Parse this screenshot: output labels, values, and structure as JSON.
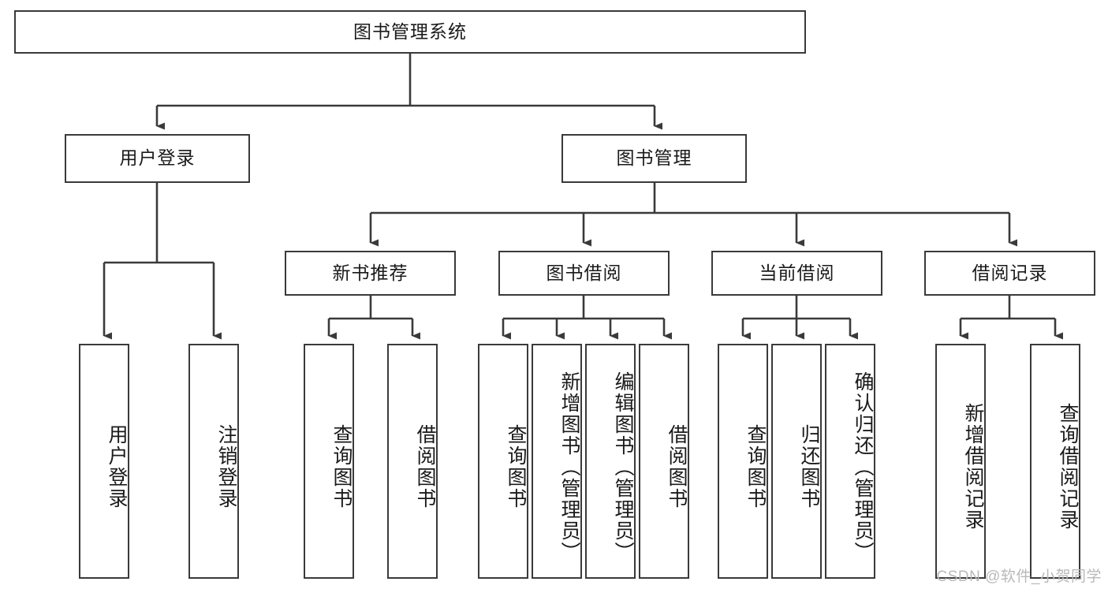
{
  "diagram": {
    "type": "tree-hierarchy-chart",
    "title": "图书管理系统",
    "line_color": "#3a3a3a",
    "box_fill": "#ffffff",
    "text_color": "#1a1a1a",
    "watermark": "CSDN @软件_小贺同学",
    "root": {
      "id": "root",
      "label": "图书管理系统"
    },
    "level2": [
      {
        "id": "user-login",
        "label": "用户登录"
      },
      {
        "id": "book-manage",
        "label": "图书管理"
      }
    ],
    "level3": [
      {
        "id": "new-book-rec",
        "label": "新书推荐",
        "parent": "book-manage"
      },
      {
        "id": "book-borrow",
        "label": "图书借阅",
        "parent": "book-manage"
      },
      {
        "id": "current-borrow",
        "label": "当前借阅",
        "parent": "book-manage"
      },
      {
        "id": "borrow-record",
        "label": "借阅记录",
        "parent": "book-manage"
      }
    ],
    "leaves": {
      "user-login": [
        {
          "id": "leaf-user-login",
          "label": "用户登录"
        },
        {
          "id": "leaf-logout",
          "label": "注销登录"
        }
      ],
      "new-book-rec": [
        {
          "id": "leaf-query-book-1",
          "label": "查询图书"
        },
        {
          "id": "leaf-borrow-book-1",
          "label": "借阅图书"
        }
      ],
      "book-borrow": [
        {
          "id": "leaf-query-book-2",
          "label": "查询图书"
        },
        {
          "id": "leaf-add-book",
          "label": "新增图书（管理员）"
        },
        {
          "id": "leaf-edit-book",
          "label": "编辑图书（管理员）"
        },
        {
          "id": "leaf-borrow-book-2",
          "label": "借阅图书"
        }
      ],
      "current-borrow": [
        {
          "id": "leaf-query-book-3",
          "label": "查询图书"
        },
        {
          "id": "leaf-return-book",
          "label": "归还图书"
        },
        {
          "id": "leaf-confirm-return",
          "label": "确认归还（管理员）"
        }
      ],
      "borrow-record": [
        {
          "id": "leaf-add-record",
          "label": "新增借阅记录"
        },
        {
          "id": "leaf-query-record",
          "label": "查询借阅记录"
        }
      ]
    }
  }
}
